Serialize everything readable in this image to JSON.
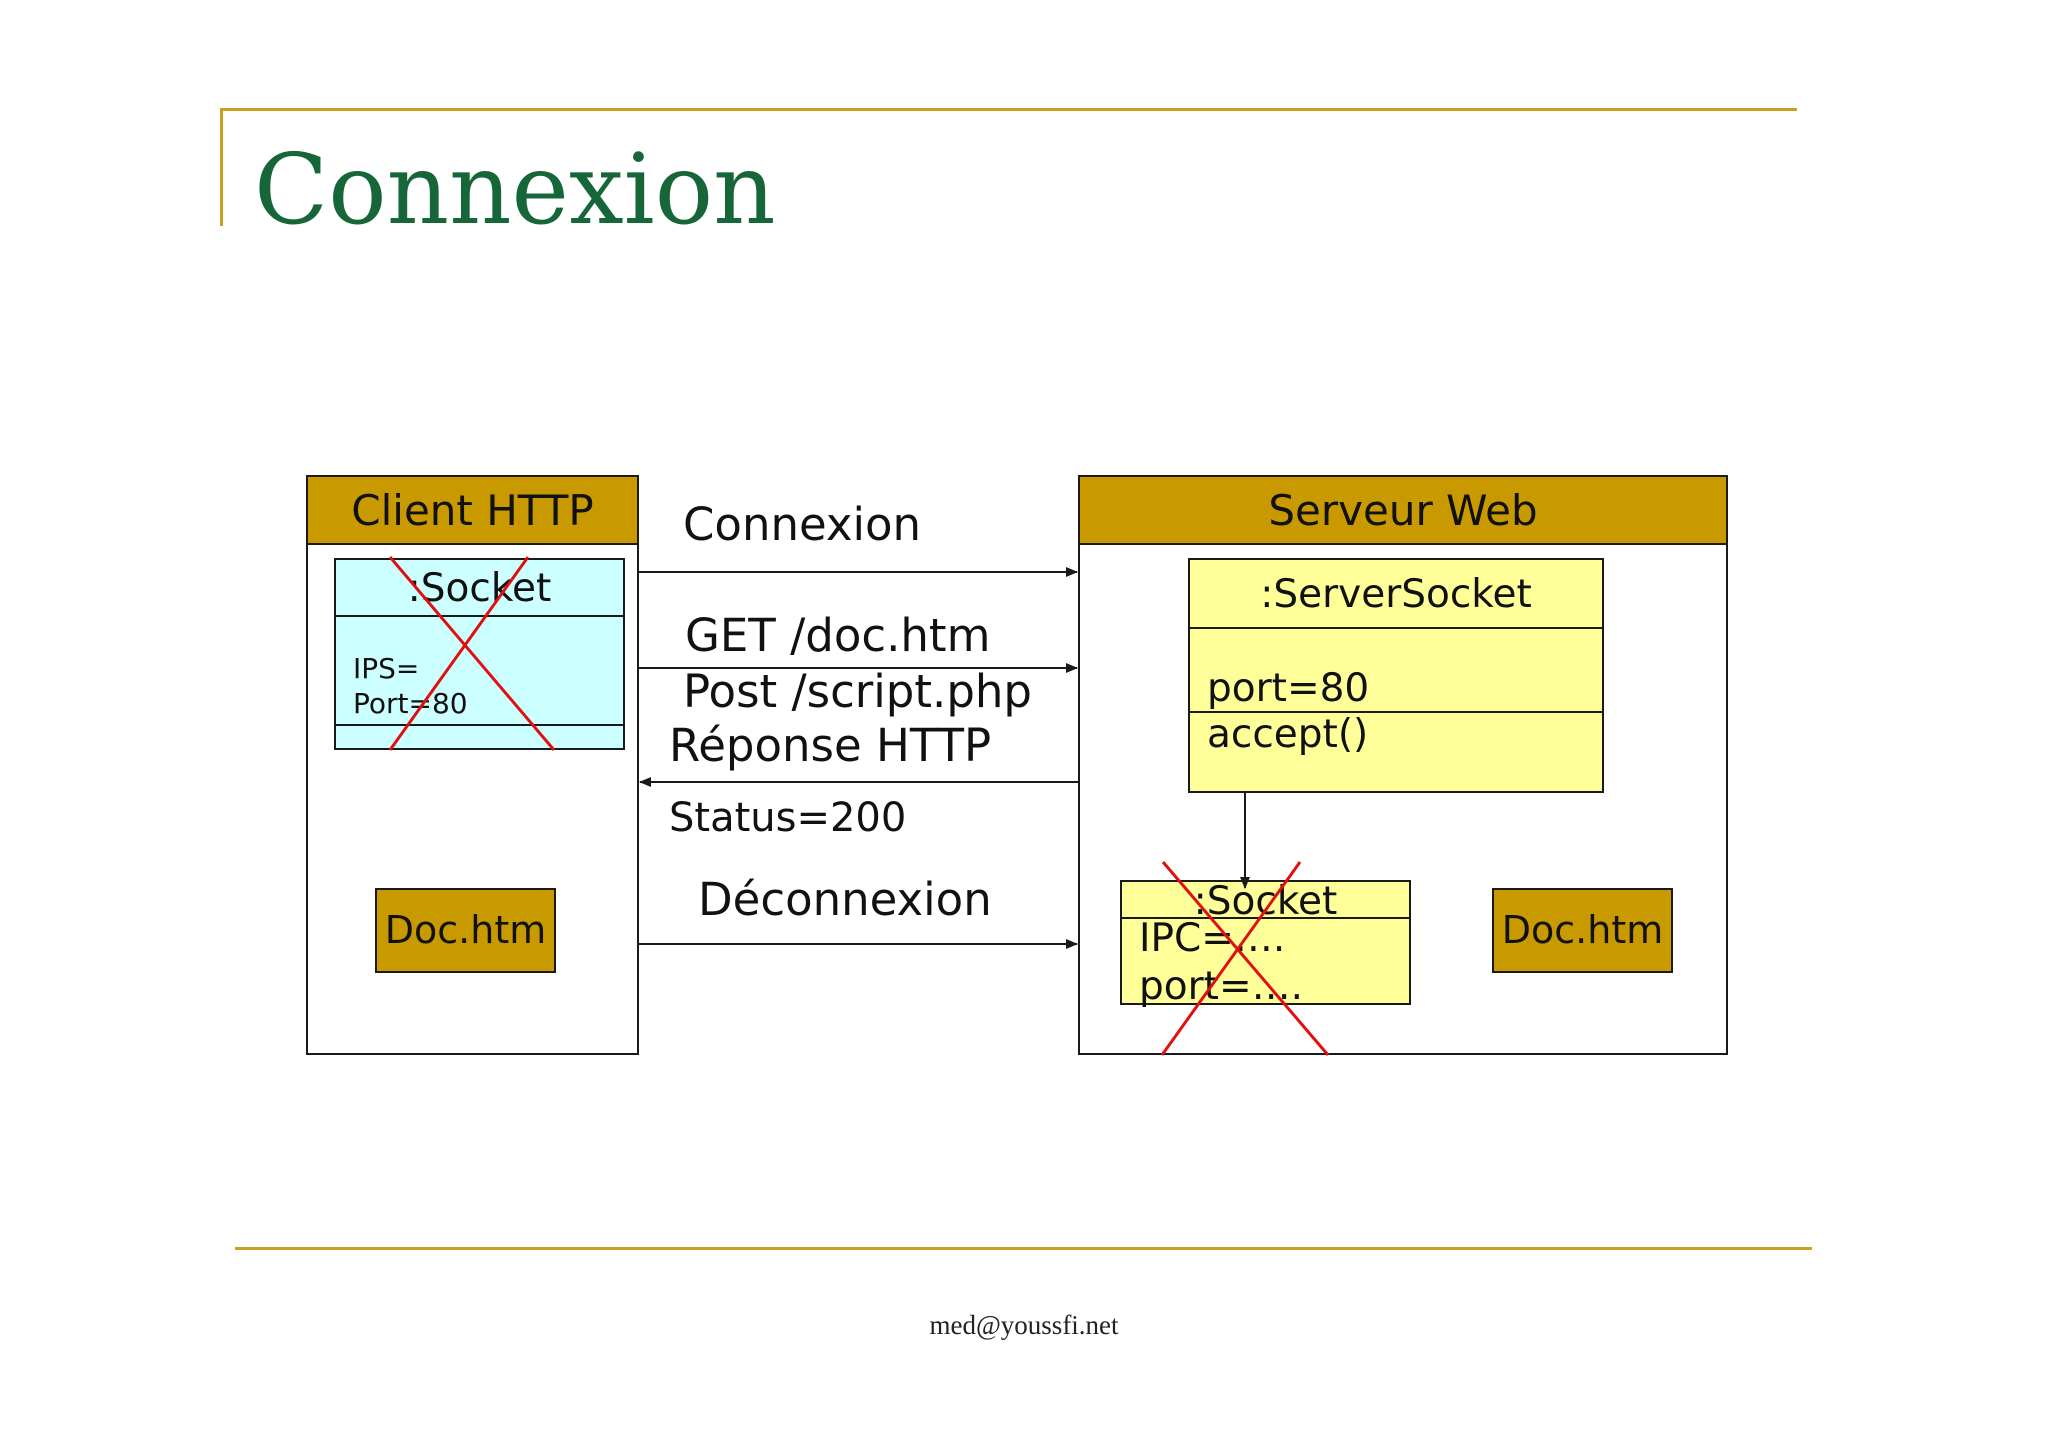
{
  "slide": {
    "title": "Connexion",
    "footer": "med@youssfi.net"
  },
  "client": {
    "header": "Client HTTP",
    "socket": {
      "name": ":Socket",
      "attr1": "IPS=",
      "attr2": "Port=80"
    },
    "doc": "Doc.htm"
  },
  "server": {
    "header": "Serveur Web",
    "server_socket": {
      "name": ":ServerSocket",
      "attr": "port=80",
      "method": "accept()"
    },
    "socket": {
      "name": ":Socket",
      "attr1": "IPC=….",
      "attr2": "port=…."
    },
    "doc": "Doc.htm"
  },
  "messages": {
    "connect": "Connexion",
    "get": "GET /doc.htm",
    "post": "Post /script.php",
    "response": "Réponse HTTP",
    "status": "Status=200",
    "disconnect": "Déconnexion"
  },
  "colors": {
    "accent_rule": "#c9a020",
    "title": "#17663a",
    "header_fill": "#c99a00",
    "client_socket_fill": "#ccffff",
    "server_class_fill": "#ffff99",
    "cross": "#e01010"
  }
}
